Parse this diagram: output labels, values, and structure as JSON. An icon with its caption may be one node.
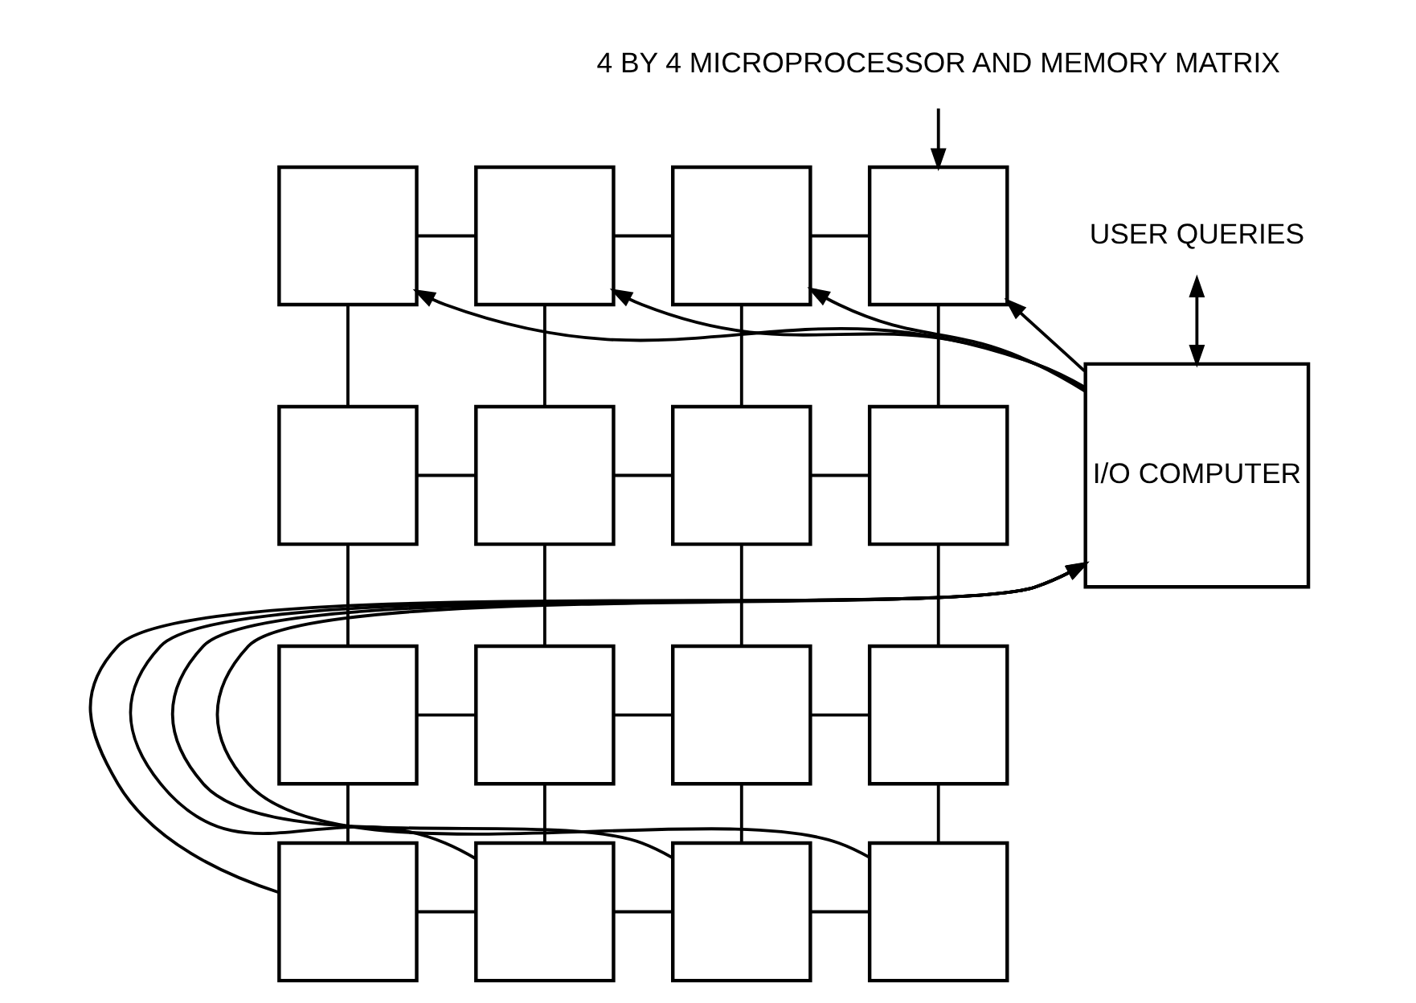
{
  "diagram": {
    "nodes": [
      {
        "text": [
          "4 BY 4 MICROPROCESSOR AND MEMORY MATRIX"
        ]
      },
      {
        "text": [
          "USER QUERIES"
        ]
      },
      {
        "text": [
          "I/O COMPUTER"
        ]
      },
      {
        "text": [],
        "shape": "box"
      },
      {
        "text": [],
        "shape": "box"
      },
      {
        "text": [],
        "shape": "box"
      },
      {
        "text": [],
        "shape": "box"
      },
      {
        "text": [],
        "shape": "box"
      },
      {
        "text": [],
        "shape": "box"
      },
      {
        "text": [],
        "shape": "box"
      },
      {
        "text": [],
        "shape": "box"
      },
      {
        "text": [],
        "shape": "box"
      },
      {
        "text": [],
        "shape": "box"
      },
      {
        "text": [],
        "shape": "box"
      },
      {
        "text": [],
        "shape": "box"
      },
      {
        "text": [],
        "shape": "box"
      },
      {
        "text": [],
        "shape": "box"
      },
      {
        "text": [],
        "shape": "box"
      },
      {
        "text": [],
        "shape": "box"
      }
    ],
    "edges": [
      {
        "from": 1,
        "to": 2,
        "arrow": "both"
      },
      {
        "from": 2,
        "to": 3,
        "arrow": "to"
      },
      {
        "from": 2,
        "to": 4,
        "arrow": "to"
      },
      {
        "from": 2,
        "to": 5,
        "arrow": "to"
      },
      {
        "from": 2,
        "to": 6,
        "arrow": "to"
      },
      {
        "from": 15,
        "to": 2,
        "arrow": "to"
      },
      {
        "from": 16,
        "to": 2,
        "arrow": "to"
      },
      {
        "from": 17,
        "to": 2,
        "arrow": "to"
      },
      {
        "from": 18,
        "to": 2,
        "arrow": "to"
      },
      {
        "from": 0,
        "to": 6,
        "arrow": "to"
      },
      {
        "from": 3,
        "to": 4,
        "arrow": "none"
      },
      {
        "from": 4,
        "to": 5,
        "arrow": "none"
      },
      {
        "from": 5,
        "to": 6,
        "arrow": "none"
      },
      {
        "from": 7,
        "to": 8,
        "arrow": "none"
      },
      {
        "from": 8,
        "to": 9,
        "arrow": "none"
      },
      {
        "from": 9,
        "to": 10,
        "arrow": "none"
      },
      {
        "from": 11,
        "to": 12,
        "arrow": "none"
      },
      {
        "from": 12,
        "to": 13,
        "arrow": "none"
      },
      {
        "from": 13,
        "to": 14,
        "arrow": "none"
      },
      {
        "from": 15,
        "to": 16,
        "arrow": "none"
      },
      {
        "from": 16,
        "to": 17,
        "arrow": "none"
      },
      {
        "from": 17,
        "to": 18,
        "arrow": "none"
      },
      {
        "from": 3,
        "to": 7,
        "arrow": "none"
      },
      {
        "from": 7,
        "to": 11,
        "arrow": "none"
      },
      {
        "from": 11,
        "to": 15,
        "arrow": "none"
      },
      {
        "from": 4,
        "to": 8,
        "arrow": "none"
      },
      {
        "from": 8,
        "to": 12,
        "arrow": "none"
      },
      {
        "from": 12,
        "to": 16,
        "arrow": "none"
      },
      {
        "from": 5,
        "to": 9,
        "arrow": "none"
      },
      {
        "from": 9,
        "to": 13,
        "arrow": "none"
      },
      {
        "from": 13,
        "to": 17,
        "arrow": "none"
      },
      {
        "from": 6,
        "to": 10,
        "arrow": "none"
      },
      {
        "from": 10,
        "to": 14,
        "arrow": "none"
      },
      {
        "from": 14,
        "to": 18,
        "arrow": "none"
      }
    ]
  }
}
